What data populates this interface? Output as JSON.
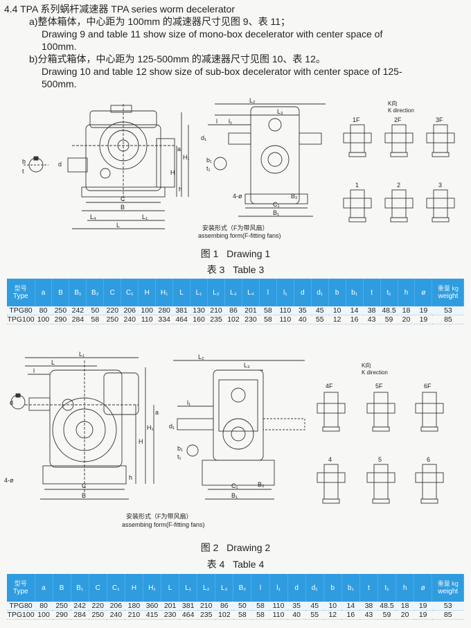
{
  "header": {
    "title": "4.4 TPA 系列蜗杆减速器  TPA series worm decelerator",
    "a_cn": "a)整体箱体，中心距为 100mm 的减速器尺寸见图 9、表 11；",
    "a_en1": "Drawing 9 and table 11 show size of mono-box decelerator with center space of",
    "a_en2": "100mm.",
    "b_cn": "b)分箱式箱体，中心距为 125-500mm 的减速器尺寸见图 10、表 12。",
    "b_en1": "Drawing 10 and table 12 show size of sub-box decelerator with center space of 125-",
    "b_en2": "500mm."
  },
  "drawing1": {
    "k_dir_cn": "K向",
    "k_dir_en": "K direction",
    "top_labels": [
      "1F",
      "2F",
      "3F"
    ],
    "bottom_labels": [
      "1",
      "2",
      "3"
    ],
    "assembly_cn": "安装形式（F为带风扇）",
    "assembly_en": "assembing form(F-fitting fans)",
    "dims": {
      "C": "C",
      "B": "B",
      "L4": "L₄",
      "L1": "L₁",
      "L": "L",
      "H": "H",
      "H1": "H₁",
      "a": "a",
      "h": "h",
      "L2": "L₂",
      "L3": "L₃",
      "l": "l",
      "l1": "l₁",
      "d1": "d₁",
      "b1": "b₁",
      "t1": "t₁",
      "C1": "C₁",
      "B1": "B₁",
      "B2": "B₂",
      "phi": "4-ø",
      "b": "b",
      "t": "t",
      "d": "d"
    },
    "caption_cn": "图 1",
    "caption_en": "Drawing 1"
  },
  "table3": {
    "caption_cn": "表 3",
    "caption_en": "Table 3",
    "type_cn": "型号",
    "type_en": "Type",
    "headers": [
      "a",
      "B",
      "B₁",
      "B₂",
      "C",
      "C₁",
      "H",
      "H₁",
      "L",
      "L₁",
      "L₂",
      "L₃",
      "L₄",
      "l",
      "l₁",
      "d",
      "d₁",
      "b",
      "b₁",
      "t",
      "t₁",
      "h",
      "ø"
    ],
    "weight_cn": "重量 kg",
    "weight_en": "weight",
    "rows": [
      [
        "TPG80",
        "80",
        "250",
        "242",
        "50",
        "220",
        "206",
        "100",
        "280",
        "381",
        "130",
        "210",
        "86",
        "201",
        "58",
        "110",
        "35",
        "45",
        "10",
        "14",
        "38",
        "48.5",
        "18",
        "19",
        "53"
      ],
      [
        "TPG100",
        "100",
        "290",
        "284",
        "58",
        "250",
        "240",
        "110",
        "334",
        "464",
        "160",
        "235",
        "102",
        "230",
        "58",
        "110",
        "40",
        "55",
        "12",
        "16",
        "43",
        "59",
        "20",
        "19",
        "85"
      ]
    ]
  },
  "drawing2": {
    "k_dir_cn": "K向",
    "k_dir_en": "K direction",
    "top_labels": [
      "4F",
      "5F",
      "6F"
    ],
    "bottom_labels": [
      "4",
      "5",
      "6"
    ],
    "assembly_cn": "安装形式（F为带风扇）",
    "assembly_en": "assembing form(F-fitting fans)",
    "caption_cn": "图 2",
    "caption_en": "Drawing 2"
  },
  "table4": {
    "caption_cn": "表 4",
    "caption_en": "Table 4",
    "type_cn": "型号",
    "type_en": "Type",
    "headers": [
      "a",
      "B",
      "B₁",
      "C",
      "C₁",
      "H",
      "H₁",
      "L",
      "L₁",
      "L₂",
      "L₃",
      "B₂",
      "l",
      "l₁",
      "d",
      "d₁",
      "b",
      "b₁",
      "t",
      "t₁",
      "h",
      "ø"
    ],
    "weight_cn": "重量 kg",
    "weight_en": "weight",
    "rows": [
      [
        "TPG80",
        "80",
        "250",
        "242",
        "220",
        "206",
        "180",
        "360",
        "201",
        "381",
        "210",
        "86",
        "50",
        "58",
        "110",
        "35",
        "45",
        "10",
        "14",
        "38",
        "48.5",
        "18",
        "19",
        "53"
      ],
      [
        "TPG100",
        "100",
        "290",
        "284",
        "250",
        "240",
        "210",
        "415",
        "230",
        "464",
        "235",
        "102",
        "58",
        "58",
        "110",
        "40",
        "55",
        "12",
        "16",
        "43",
        "59",
        "20",
        "19",
        "85"
      ]
    ]
  }
}
